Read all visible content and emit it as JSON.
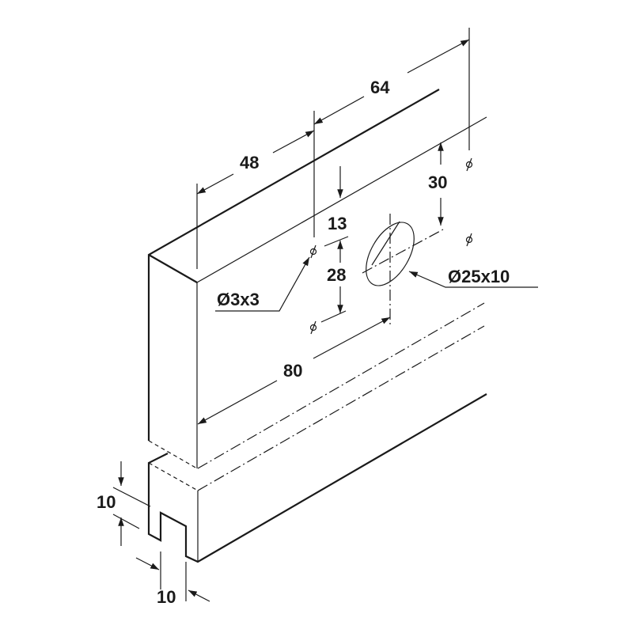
{
  "drawing": {
    "dimensions": {
      "d64": "64",
      "d48": "48",
      "d30": "30",
      "d13": "13",
      "d28": "28",
      "d80": "80",
      "d10_height": "10",
      "d10_width": "10"
    },
    "callouts": {
      "small_hole": "Ø3x3",
      "large_hole": "Ø25x10"
    }
  }
}
